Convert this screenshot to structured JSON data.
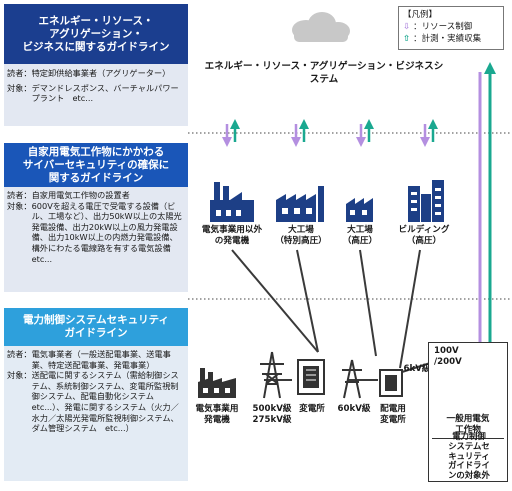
{
  "legend": {
    "title": "【凡例】",
    "resource_control": "：リソース制御",
    "measurement": "：計測・実績収集"
  },
  "system_title": "エネルギー・リソース・アグリゲーション・ビジネスシステム",
  "guideline1": {
    "title_lines": [
      "エネルギー・リソース・",
      "アグリゲーション・",
      "ビジネスに関するガイドライン"
    ],
    "reader_label": "読者：",
    "reader": "特定卸供給事業者（アグリゲーター）",
    "target_label": "対象：",
    "target": "デマンドレスポンス、バーチャルパワープラント　etc..."
  },
  "guideline2": {
    "title_lines": [
      "自家用電気工作物にかかわる",
      "サイバーセキュリティの確保に",
      "関するガイドライン"
    ],
    "reader_label": "読者：",
    "reader": "自家用電気工作物の設置者",
    "target_label": "対象：",
    "target": "600Vを超える電圧で受電する設備（ビル、工場など）、出力50kW以上の太陽光発電設備、出力20kW以上の風力発電設備、出力10kW以上の内燃力発電設備、構外にわたる電線路を有する電気設備　etc..."
  },
  "guideline3": {
    "title_lines": [
      "電力制御システムセキュリティ",
      "ガイドライン"
    ],
    "reader_label": "読者：",
    "reader": "電気事業者（一般送配電事業、送電事業、特定送配電事業、発電事業）",
    "target_label": "対象：",
    "target": "送配電に関するシステム（需給制御システム、系統制御システム、変電所監視制御システム、配電自動化システム　etc...）、発電に関するシステム（火力／水力／太陽光発電所監視制御システム、ダム管理システム　etc...）"
  },
  "facilities_top": [
    {
      "lines": [
        "電気事業用以外",
        "の発電機"
      ]
    },
    {
      "lines": [
        "大工場",
        "（特別高圧）"
      ]
    },
    {
      "lines": [
        "大工場",
        "（高圧）"
      ]
    },
    {
      "lines": [
        "ビルディング",
        "（高圧）"
      ]
    }
  ],
  "facilities_bottom": [
    {
      "lines": [
        "電気事業用",
        "発電機"
      ]
    },
    {
      "lines": [
        "500kV級",
        "275kV級"
      ]
    },
    {
      "lines": [
        "変電所"
      ]
    },
    {
      "lines": [
        "60kV級"
      ]
    },
    {
      "lines": [
        "配電用",
        "変電所"
      ]
    }
  ],
  "label_6kv": "6kV級",
  "label_voltage": [
    "100V",
    "/200V"
  ],
  "household": [
    "一般用電気",
    "工作物"
  ],
  "out_of_scope": [
    "電力制御",
    "システムセ",
    "キュリティ",
    "ガイドライ",
    "ンの対象外"
  ],
  "colors": {
    "resource_control": "#b48fe0",
    "measurement": "#1aa890",
    "panel1": "#1b3e8f",
    "panel2": "#1a56b8",
    "panel3": "#2ea0dc"
  }
}
